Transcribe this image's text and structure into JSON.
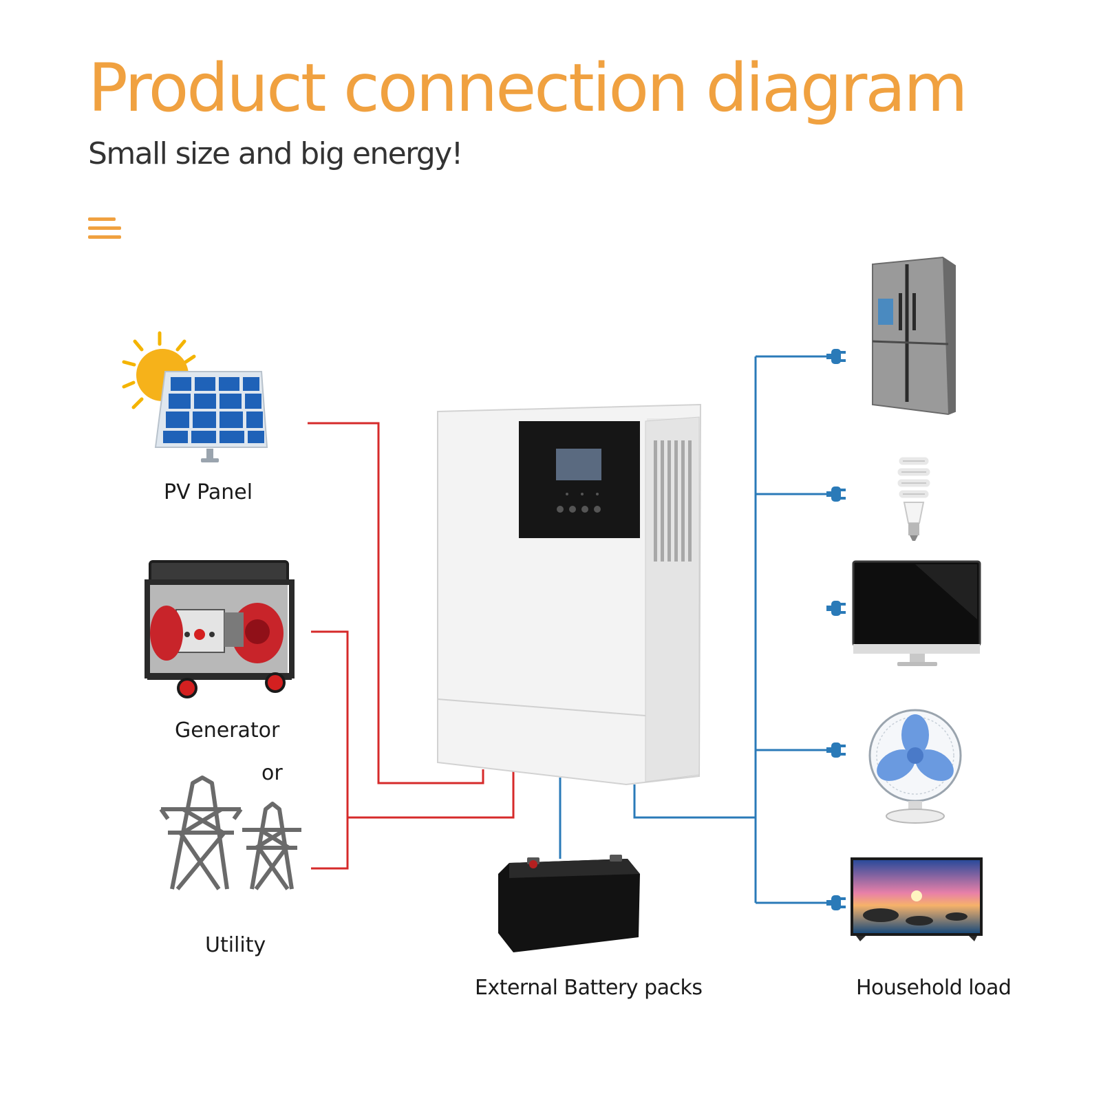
{
  "header": {
    "title": "Product connection diagram",
    "subtitle": "Small size and big energy!"
  },
  "icons": {
    "menu": "menu-icon",
    "plug": "plug-icon"
  },
  "sources": {
    "pv_panel": "PV Panel",
    "generator": "Generator",
    "or": "or",
    "utility": "Utility"
  },
  "storage": {
    "battery": "External Battery packs"
  },
  "loads": {
    "label": "Household load",
    "items": [
      "refrigerator",
      "light-bulb",
      "monitor",
      "fan",
      "television"
    ]
  },
  "colors": {
    "accent": "#f0a140",
    "source_wire": "#d62a2a",
    "load_wire": "#2a7ab8",
    "inverter_panel": "#161616",
    "inverter_screen": "#5a6a80",
    "battery": "#121212"
  }
}
